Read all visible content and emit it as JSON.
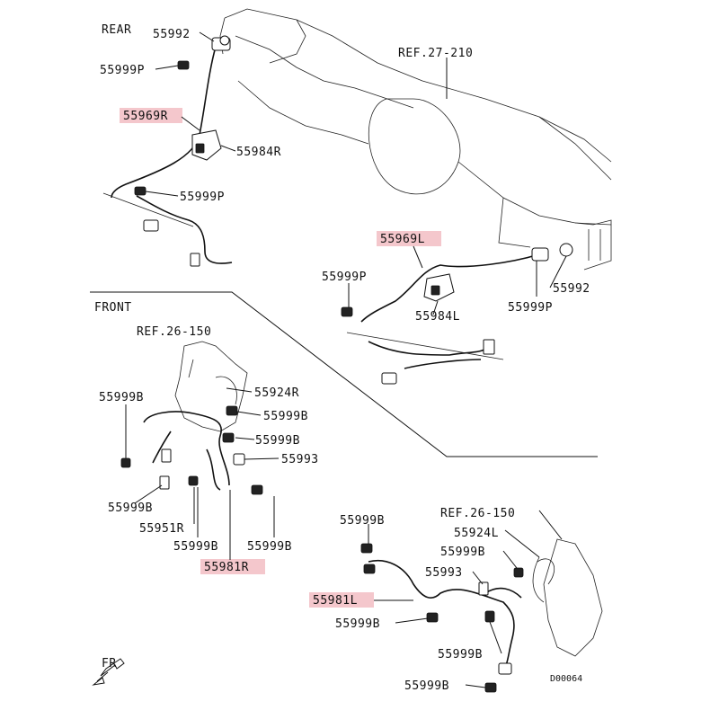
{
  "sections": {
    "rear": "REAR",
    "front": "FRONT",
    "fr_marker": "FR"
  },
  "refs": {
    "axle": "REF.27-210",
    "knuckle_r": "REF.26-150",
    "knuckle_l": "REF.26-150"
  },
  "labels": {
    "rear_sensor_top": "55992",
    "rear_sensor_right": "55992",
    "p1": "55999P",
    "p2": "55999P",
    "p3": "55999P",
    "p4": "55999P",
    "harness_rear_r": "55969R",
    "harness_rear_l": "55969L",
    "bracket_r": "55984R",
    "bracket_l": "55984L",
    "tone_ring_r": "55924R",
    "tone_ring_l": "55924L",
    "b1": "55999B",
    "b2": "55999B",
    "b3": "55999B",
    "b4": "55999B",
    "b5": "55999B",
    "b6": "55999B",
    "b7": "55999B",
    "b8": "55999B",
    "b9": "55999B",
    "b10": "55999B",
    "b11": "55999B",
    "front_sensor_r": "55993",
    "front_sensor_l": "55993",
    "clip_r": "55951R",
    "harness_front_r": "55981R",
    "harness_front_l": "55981L"
  },
  "drawing_code": "D00064",
  "colors": {
    "highlight": "#f4c7cc",
    "line": "#111111",
    "background": "#ffffff"
  }
}
